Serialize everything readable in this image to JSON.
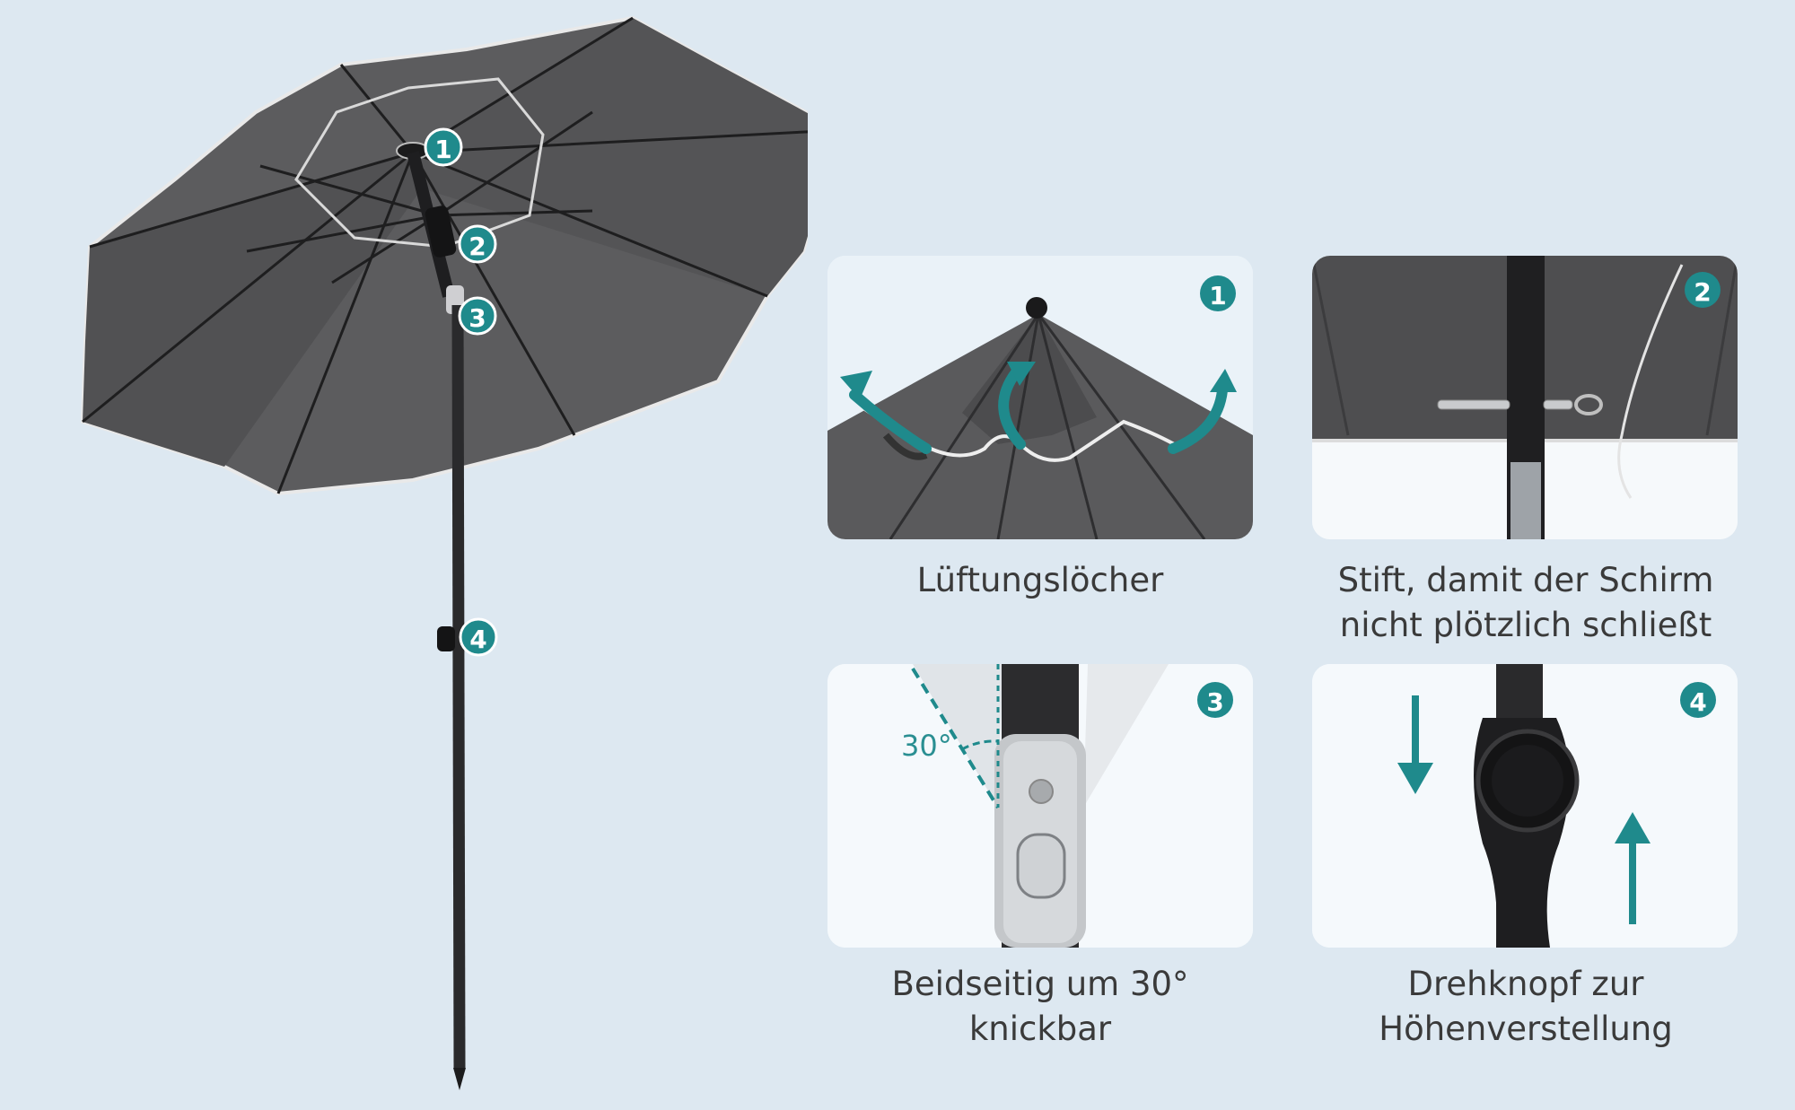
{
  "markers": [
    "1",
    "2",
    "3",
    "4"
  ],
  "features": [
    {
      "number": "1",
      "caption_lines": [
        "Lüftungslöcher"
      ]
    },
    {
      "number": "2",
      "caption_lines": [
        "Stift, damit der Schirm",
        "nicht plötzlich schließt"
      ]
    },
    {
      "number": "3",
      "caption_lines": [
        "Beidseitig um 30°",
        "knickbar"
      ],
      "angle_label": "30°"
    },
    {
      "number": "4",
      "caption_lines": [
        "Drehknopf zur",
        "Höhenverstellung"
      ]
    }
  ],
  "colors": {
    "background": "#dde8f1",
    "accent_teal": "#1f8a8c",
    "canopy": "#5c5c5e",
    "canopy_dark": "#48484a",
    "pole": "#2a2a2c",
    "card_bg": "#f5f9fc",
    "text": "#3a3a3a"
  }
}
